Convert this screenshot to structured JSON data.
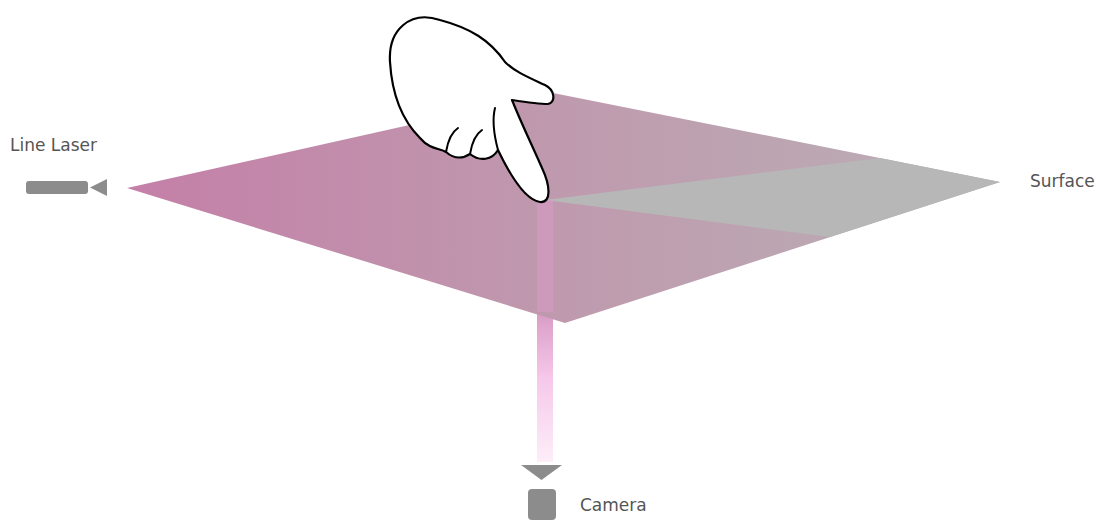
{
  "diagram": {
    "labels": [
      "Line Laser",
      "Surface",
      "Camera"
    ]
  }
}
